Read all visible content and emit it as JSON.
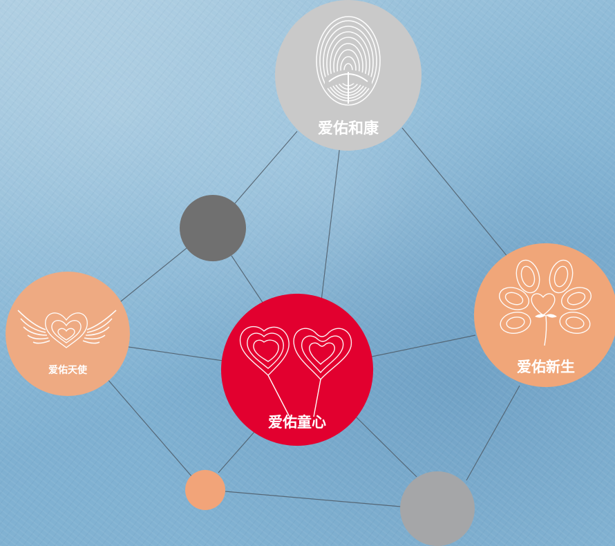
{
  "nodes": {
    "hekang": {
      "label": "爱佑和康",
      "color": "#c9c9c9",
      "icon": "fingerprint-icon"
    },
    "tianshi": {
      "label": "爱佑天使",
      "color": "#eeaa82",
      "icon": "winged-heart-icon"
    },
    "tongxin": {
      "label": "爱佑童心",
      "color": "#e2002f",
      "icon": "heart-balloons-icon"
    },
    "xinsheng": {
      "label": "爱佑新生",
      "color": "#f0a679",
      "icon": "flower-icon"
    }
  },
  "decor_colors": {
    "dark_gray": "#707070",
    "orange": "#f2a479",
    "light_gray": "#a5a6a8",
    "line": "#4d5a66"
  }
}
